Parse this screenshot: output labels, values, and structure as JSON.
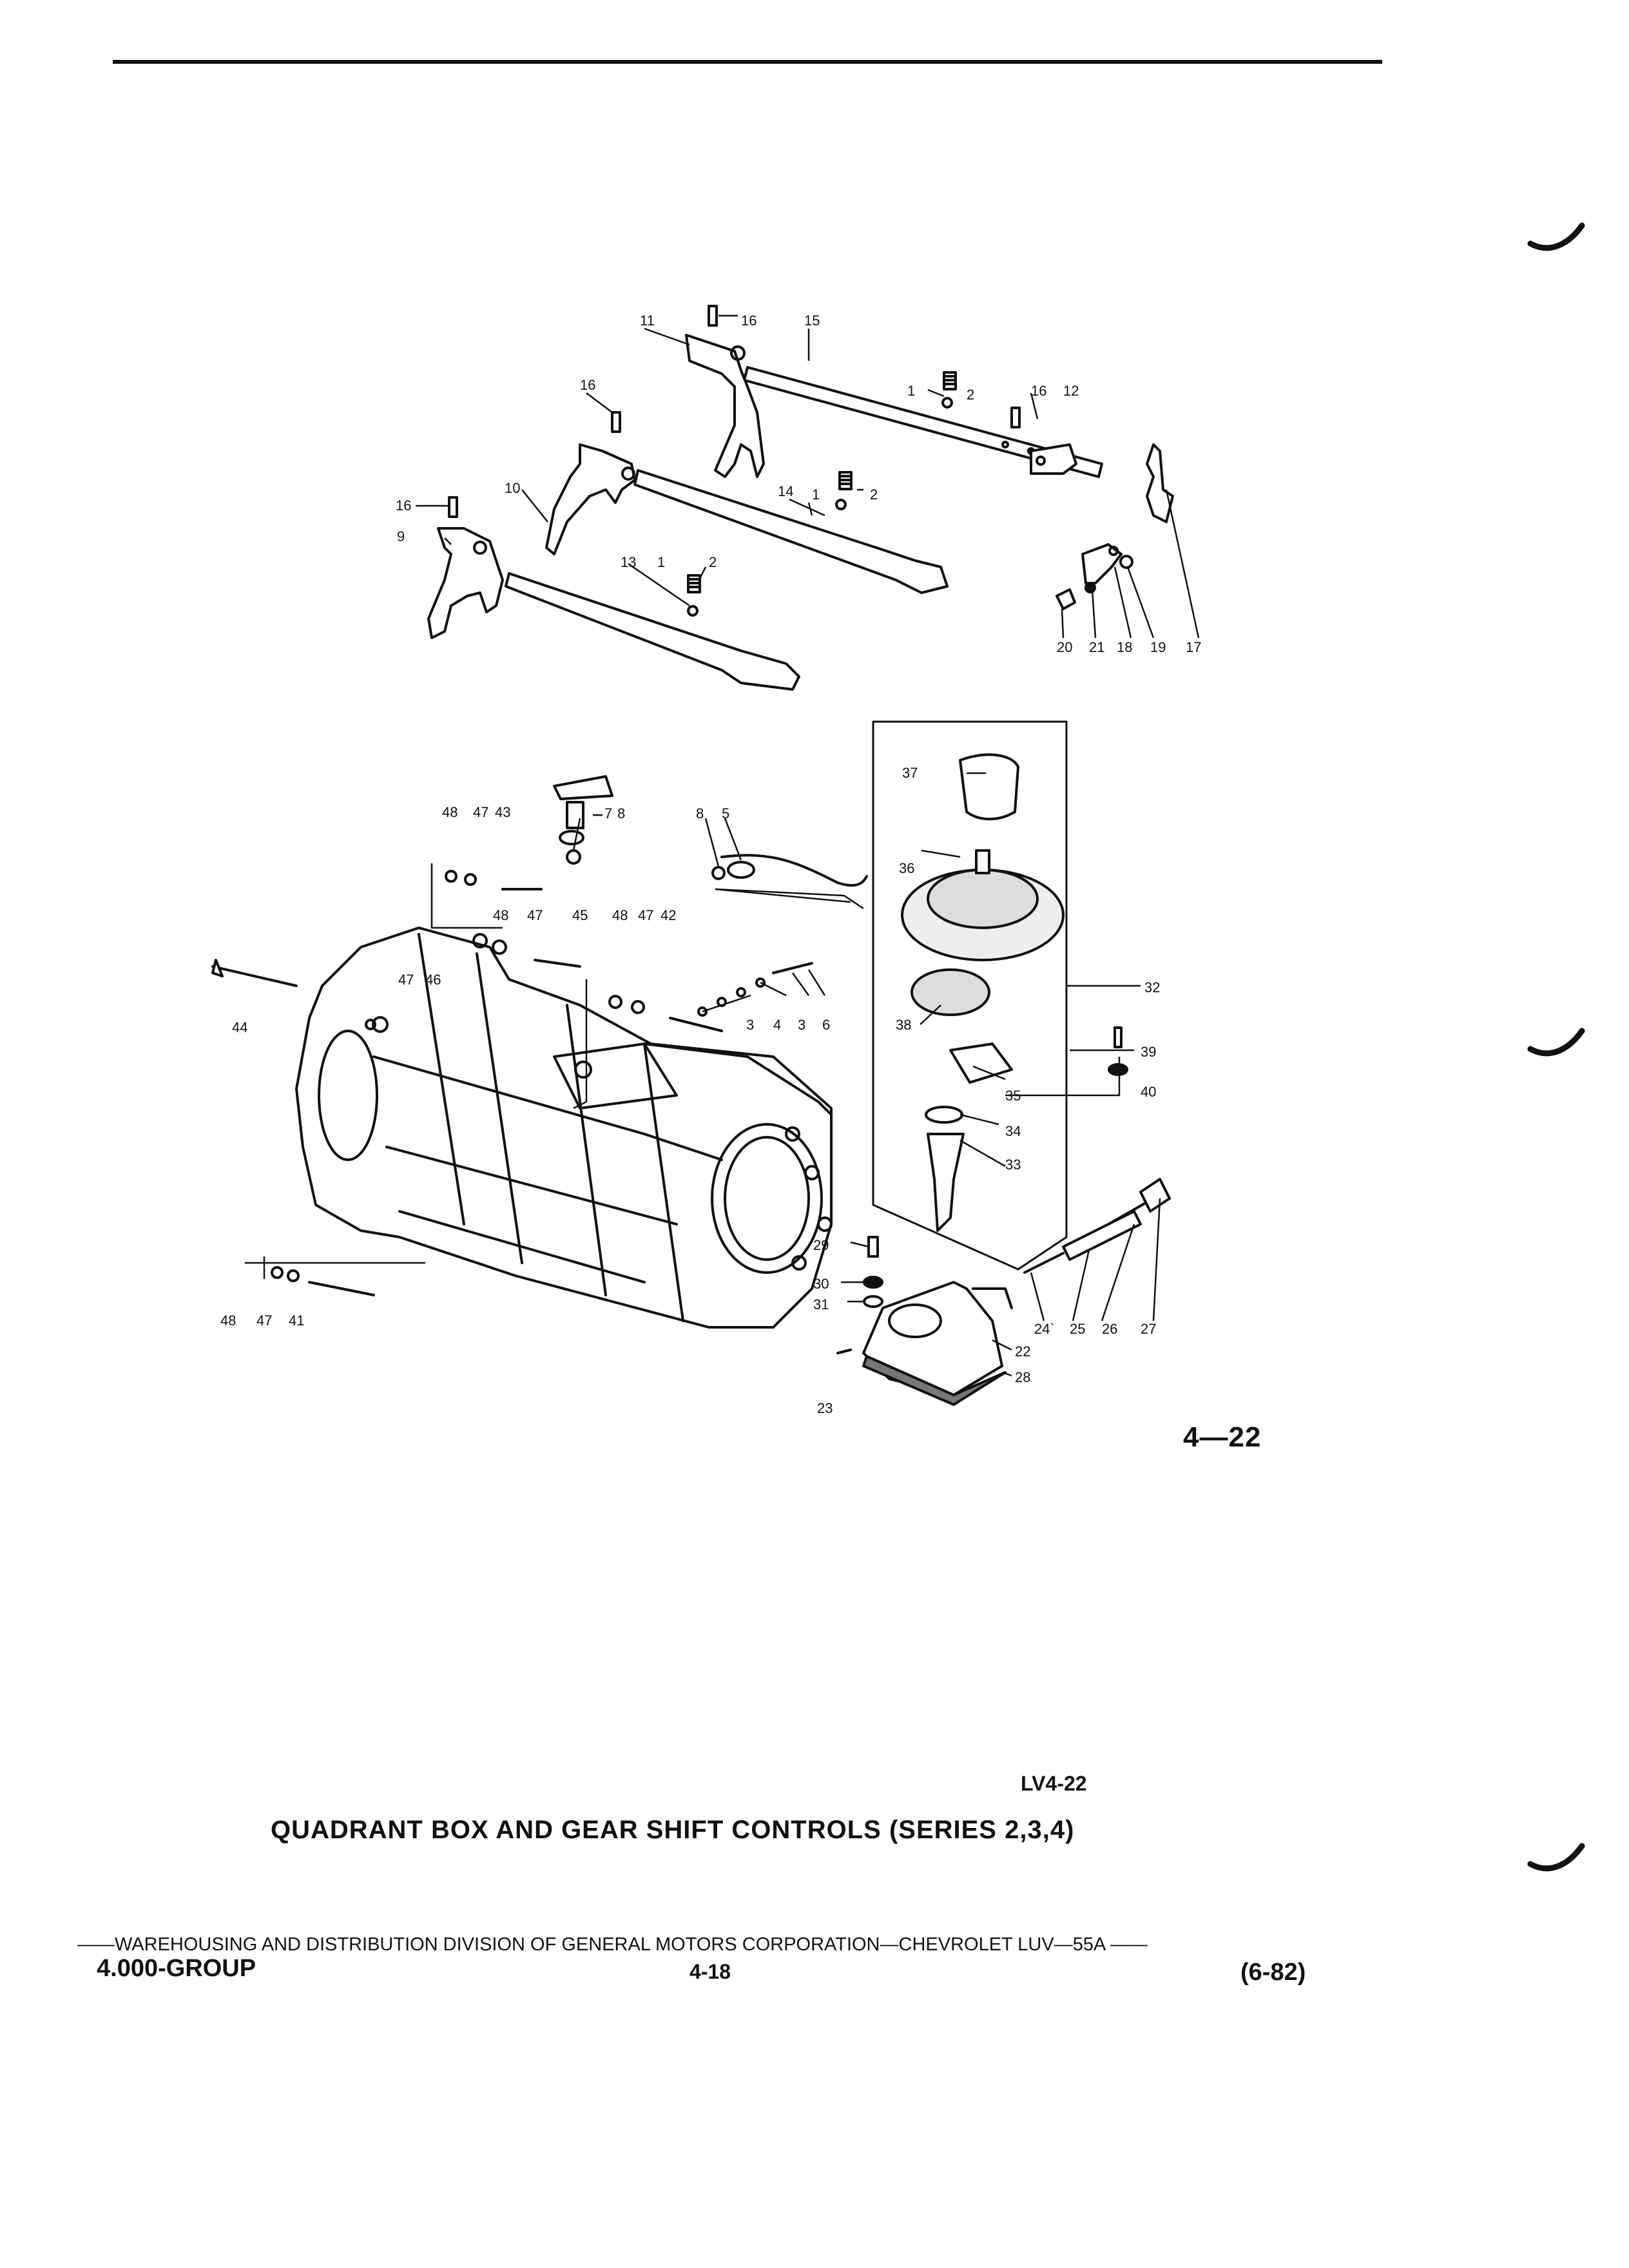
{
  "figure": {
    "number": "4—22",
    "code": "LV4-22",
    "caption": "QUADRANT BOX AND GEAR SHIFT CONTROLS (SERIES 2,3,4)"
  },
  "callouts": {
    "c1a": "1",
    "c1b": "1",
    "c1c": "1",
    "c2a": "2",
    "c2b": "2",
    "c2c": "2",
    "c3a": "3",
    "c3b": "3",
    "c4": "4",
    "c5": "5",
    "c6": "6",
    "c7": "7",
    "c8a": "8",
    "c8b": "8",
    "c9": "9",
    "c10": "10",
    "c11": "11",
    "c12": "12",
    "c13": "13",
    "c14": "14",
    "c15": "15",
    "c16a": "16",
    "c16b": "16",
    "c16c": "16",
    "c16d": "16",
    "c17": "17",
    "c18": "18",
    "c19": "19",
    "c20": "20",
    "c21": "21",
    "c22": "22",
    "c23": "23",
    "c24": "24`",
    "c25": "25",
    "c26": "26",
    "c27": "27",
    "c28": "28",
    "c29": "29",
    "c30": "30",
    "c31": "31",
    "c32": "32",
    "c33": "33",
    "c34": "34",
    "c35": "35",
    "c36": "36",
    "c37": "37",
    "c38": "38",
    "c39": "39",
    "c40": "40",
    "c41": "41",
    "c42": "42",
    "c43": "43",
    "c44": "44",
    "c45": "45",
    "c46": "46",
    "c47a": "47",
    "c47b": "47",
    "c47c": "47",
    "c47d": "47",
    "c47e": "47",
    "c48a": "48",
    "c48b": "48",
    "c48c": "48",
    "c48d": "48"
  },
  "footer": {
    "line": "——WAREHOUSING AND DISTRIBUTION  DIVISION OF GENERAL MOTORS CORPORATION—CHEVROLET LUV—55A  ——",
    "group": "4.000-GROUP",
    "page": "4-18",
    "date": "(6-82)"
  }
}
